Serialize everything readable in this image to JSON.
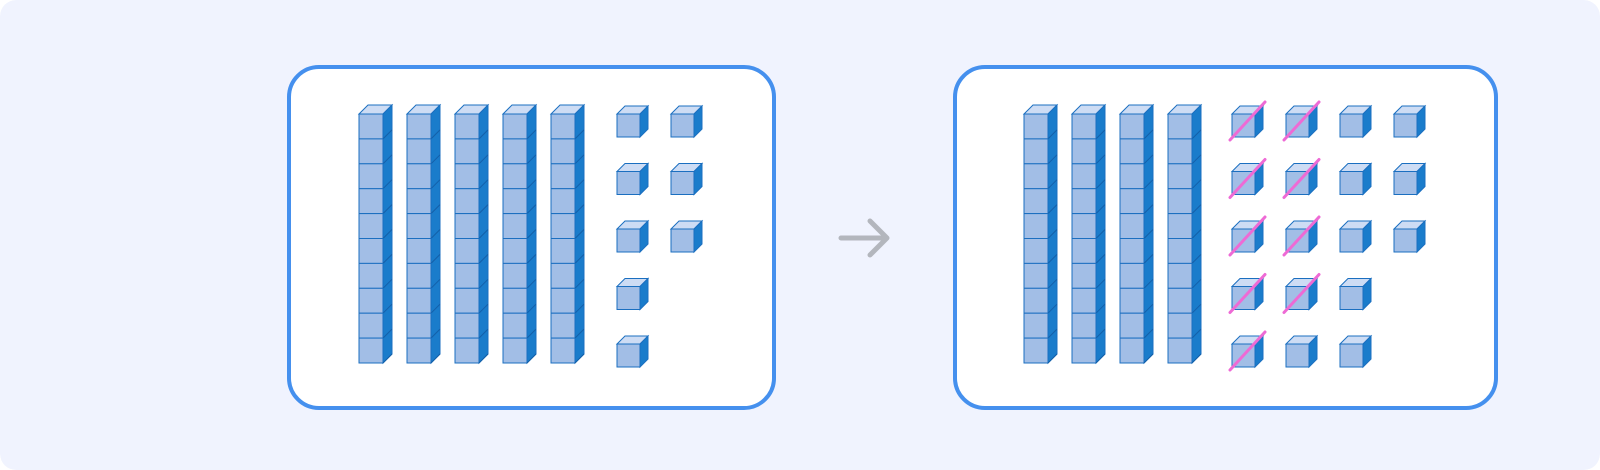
{
  "colors": {
    "background": "#f0f3fe",
    "panel_fill": "#ffffff",
    "panel_border": "#4590ee",
    "cube_front": "#a2bee6",
    "cube_top": "#cddcf4",
    "cube_side": "#1a7ccb",
    "cube_edge": "#1b6fc0",
    "arrow": "#b3b6bd",
    "cross_out": "#ee6ad5"
  },
  "before": {
    "tens_rods": 5,
    "ones_columns": [
      5,
      3
    ],
    "crossed_out": 0
  },
  "after": {
    "tens_rods": 4,
    "ones_columns": [
      5,
      5,
      5,
      3
    ],
    "crossed_out": 9
  },
  "arrow_icon": "right-arrow-icon"
}
